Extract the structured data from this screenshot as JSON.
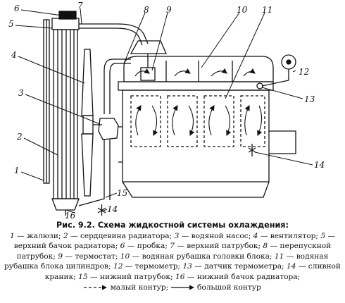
{
  "labels": [
    "1",
    "2",
    "3",
    "4",
    "5",
    "6",
    "7",
    "8",
    "9",
    "10",
    "11",
    "12",
    "13",
    "14",
    "14",
    "15",
    "16"
  ],
  "caption": {
    "title": "Рис. 9.2. Схема жидкостной системы охлаждения:",
    "items": [
      {
        "n": "1",
        "t": "жалюзи;"
      },
      {
        "n": "2",
        "t": "сердцевина радиатора;"
      },
      {
        "n": "3",
        "t": "водяной насос;"
      },
      {
        "n": "4",
        "t": "вентилятор;"
      },
      {
        "n": "5",
        "t": "верхний бачок радиатора;"
      },
      {
        "n": "6",
        "t": "пробка;"
      },
      {
        "n": "7",
        "t": "верхний патрубок;"
      },
      {
        "n": "8",
        "t": "перепускной патрубок;"
      },
      {
        "n": "9",
        "t": "термостат;"
      },
      {
        "n": "10",
        "t": "водяная рубашка головки блока;"
      },
      {
        "n": "11",
        "t": "водяная рубашка блока цилиндров;"
      },
      {
        "n": "12",
        "t": "термометр;"
      },
      {
        "n": "13",
        "t": "датчик термометра;"
      },
      {
        "n": "14",
        "t": "сливной краник;"
      },
      {
        "n": "15",
        "t": "нижний патрубок;"
      },
      {
        "n": "16",
        "t": "нижний бачок радиатора;"
      }
    ],
    "small_contour": "малый контур;",
    "big_contour": "большой контур"
  }
}
